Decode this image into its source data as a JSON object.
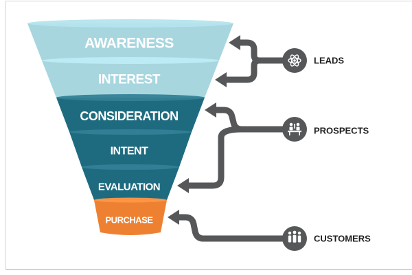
{
  "stages": [
    {
      "label": "AWARENESS",
      "color": "#a7d6df"
    },
    {
      "label": "INTEREST",
      "color": "#a7d6df"
    },
    {
      "label": "CONSIDERATION",
      "color": "#1e6b80"
    },
    {
      "label": "INTENT",
      "color": "#1e6b80"
    },
    {
      "label": "EVALUATION",
      "color": "#1e6b80"
    },
    {
      "label": "PURCHASE",
      "color": "#ee8131"
    }
  ],
  "groups": [
    {
      "label": "LEADS",
      "icon": "atom-icon"
    },
    {
      "label": "PROSPECTS",
      "icon": "meeting-icon"
    },
    {
      "label": "CUSTOMERS",
      "icon": "people-icon"
    }
  ],
  "colors": {
    "connector": "#555759",
    "label_text": "#1e1e1e"
  }
}
